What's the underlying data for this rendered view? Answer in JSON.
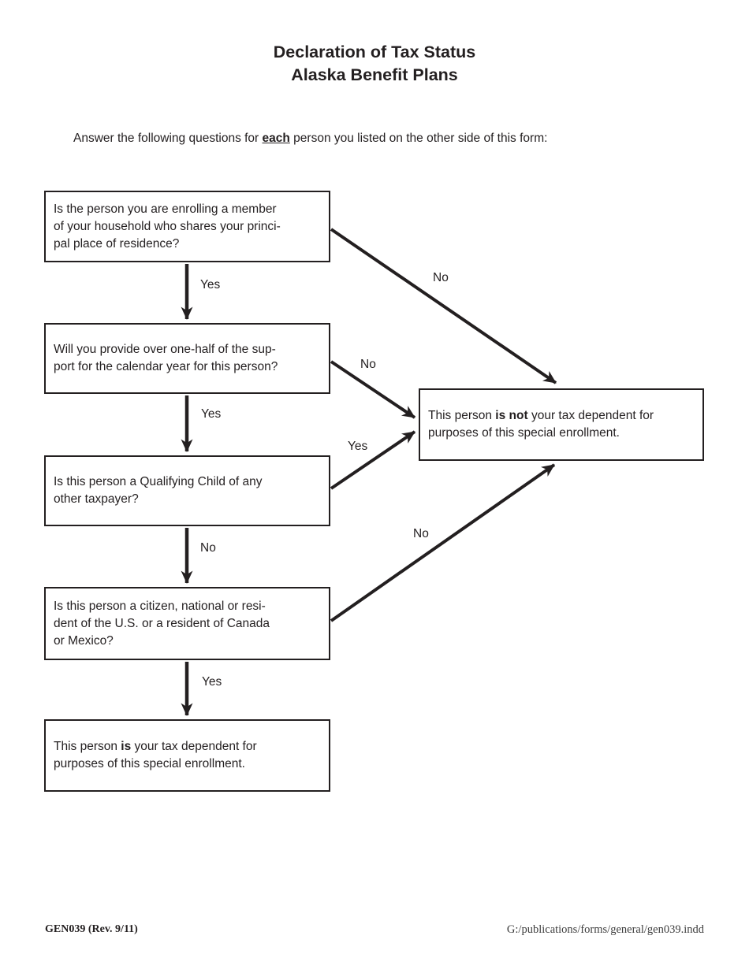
{
  "document": {
    "title_line1": "Declaration of Tax Status",
    "title_line2": "Alaska Benefit Plans",
    "instruction": [
      [
        {
          "t": "Answer the following questions for "
        },
        {
          "t": "each",
          "b": true,
          "u": true
        },
        {
          "t": " person you listed on the other side of this form:"
        }
      ]
    ],
    "footer": {
      "left": "GEN039 (Rev. 9/11)",
      "right": "G:/publications/forms/general/gen039.indd"
    }
  },
  "flowchart": {
    "boxes": {
      "q_household": {
        "lines": [
          [
            {
              "t": "Is the person you are enrolling a member"
            }
          ],
          [
            {
              "t": "of your household who shares your princi-"
            }
          ],
          [
            {
              "t": "pal place of residence?"
            }
          ]
        ]
      },
      "q_support": {
        "lines": [
          [
            {
              "t": "Will you provide over one-half of the sup-"
            }
          ],
          [
            {
              "t": "port for the calendar year for this person?"
            }
          ]
        ]
      },
      "q_qualifying_child": {
        "lines": [
          [
            {
              "t": "Is this person a Qualifying Child of any"
            }
          ],
          [
            {
              "t": "other taxpayer?"
            }
          ]
        ]
      },
      "q_citizen": {
        "lines": [
          [
            {
              "t": "Is this person a citizen, national or resi-"
            }
          ],
          [
            {
              "t": "dent of the U.S. or a resident of Canada"
            }
          ],
          [
            {
              "t": "or Mexico?"
            }
          ]
        ]
      },
      "result_is_dependent": {
        "lines": [
          [
            {
              "t": "This person "
            },
            {
              "t": "is",
              "b": true
            },
            {
              "t": " your tax dependent for"
            }
          ],
          [
            {
              "t": "purposes of this special enrollment."
            }
          ]
        ]
      },
      "result_is_not_dependent": {
        "lines": [
          [
            {
              "t": "This person "
            },
            {
              "t": "is not",
              "b": true
            },
            {
              "t": " your tax dependent for"
            }
          ],
          [
            {
              "t": "purposes of this special enrollment."
            }
          ]
        ]
      }
    },
    "edge_labels": {
      "q1_yes": "Yes",
      "q1_no": "No",
      "q2_yes": "Yes",
      "q2_no": "No",
      "q3_yes": "Yes",
      "q3_no": "No",
      "q4_yes": "Yes",
      "q4_no": "No"
    }
  },
  "colors": {
    "ink": "#231f20",
    "paper": "#ffffff",
    "footer_path_text": "#3d3d3d"
  }
}
